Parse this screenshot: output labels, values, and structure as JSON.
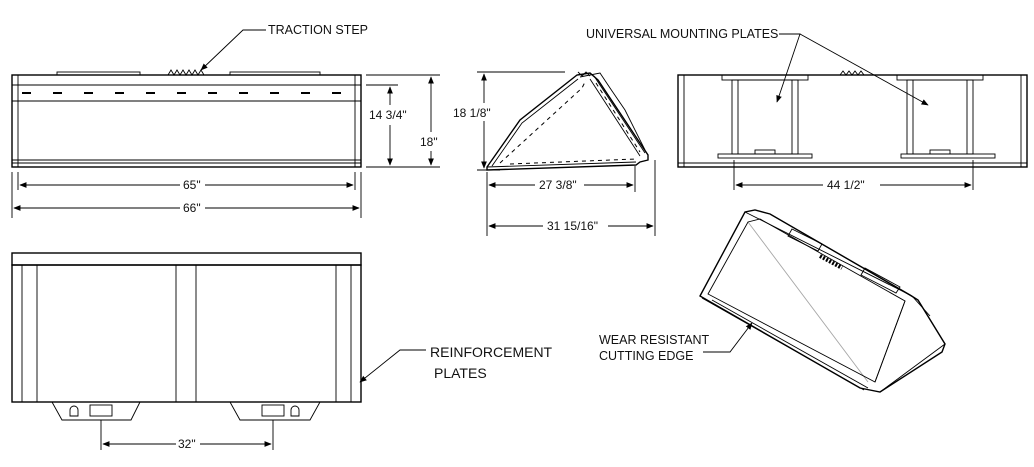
{
  "labels": {
    "traction_step": "TRACTION STEP",
    "universal_mounting_plates": "UNIVERSAL MOUNTING PLATES",
    "reinforcement_line1": "REINFORCEMENT",
    "reinforcement_line2": "PLATES",
    "wear_line1": "WEAR RESISTANT",
    "wear_line2": "CUTTING EDGE"
  },
  "dimensions": {
    "width_inner": "65\"",
    "width_outer": "66\"",
    "height_front": "14 3/4\"",
    "height_total": "18\"",
    "side_height": "18 1/8\"",
    "side_floor": "27 3/8\"",
    "side_depth": "31 15/16\"",
    "plate_span": "44 1/2\"",
    "bottom_span": "32\""
  }
}
